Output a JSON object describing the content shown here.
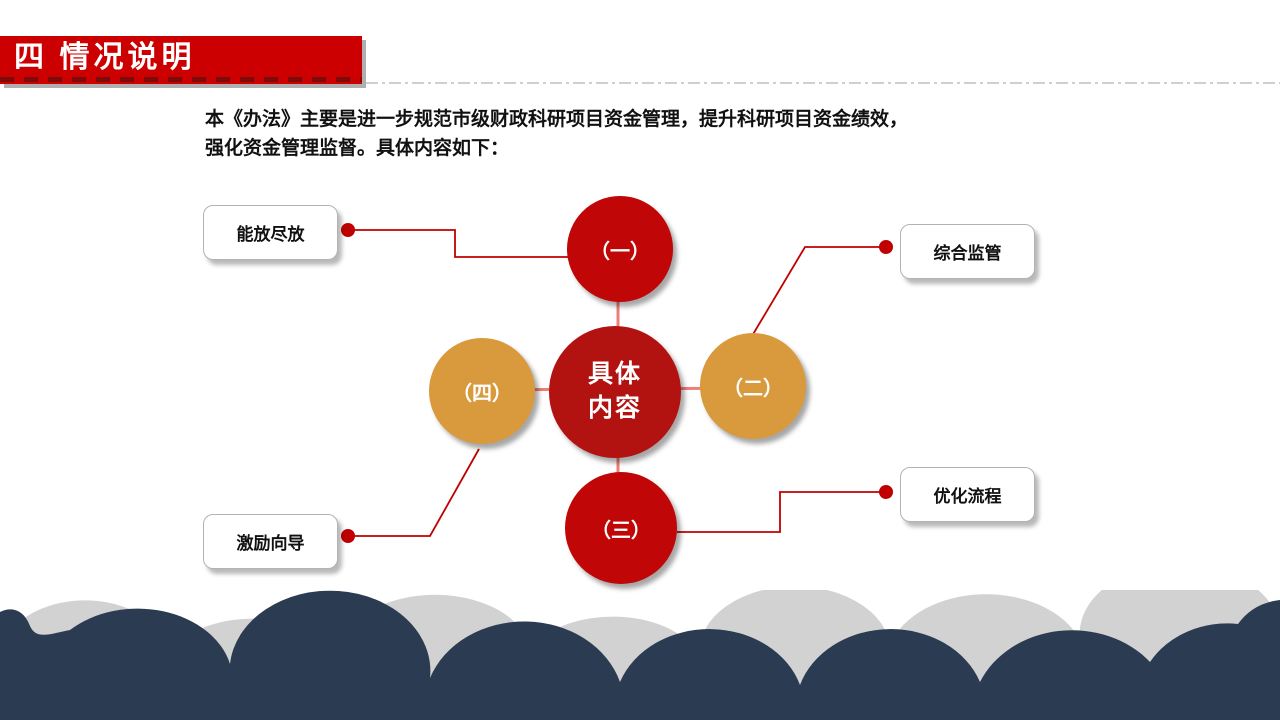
{
  "slide": {
    "header": {
      "title": "四 情况说明"
    },
    "intro": {
      "line1": "本《办法》主要是进一步规范市级财政科研项目资金管理，提升科研项目资金绩效，",
      "line2": "强化资金管理监督。具体内容如下："
    },
    "diagram": {
      "center": {
        "label": "具体\n内容"
      },
      "nodes": [
        {
          "id": "one",
          "label": "（一）"
        },
        {
          "id": "two",
          "label": "（二）"
        },
        {
          "id": "three",
          "label": "（三）"
        },
        {
          "id": "four",
          "label": "（四）"
        }
      ],
      "boxes": [
        {
          "id": "top-left",
          "label": "能放尽放"
        },
        {
          "id": "top-right",
          "label": "综合监管"
        },
        {
          "id": "bottom-left",
          "label": "激励向导"
        },
        {
          "id": "bottom-right",
          "label": "优化流程"
        }
      ]
    },
    "colors": {
      "banner_red": "#cc0000",
      "circle_red": "#c00606",
      "circle_red_center": "#b21311",
      "circle_orange": "#d99a3d",
      "connector_red": "#c00000",
      "connector_light_red": "#ef7d78",
      "wave_navy": "#2b3b51",
      "wave_gray": "#d2d2d2"
    }
  }
}
